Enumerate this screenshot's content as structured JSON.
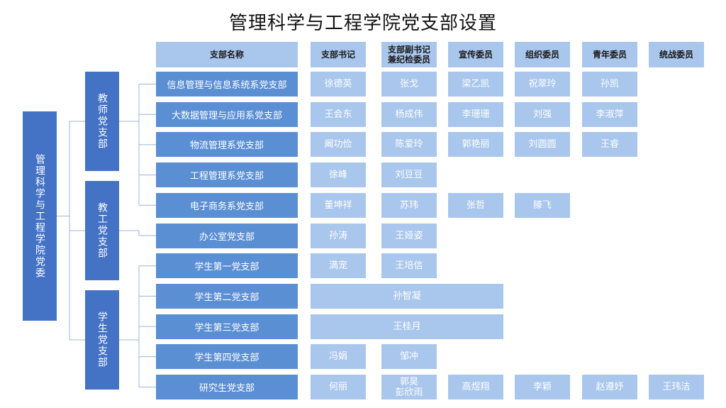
{
  "title": "管理科学与工程学院党支部设置",
  "root": "管理科学与工程学院党委",
  "groups": [
    {
      "label": "教师党支部",
      "branches": [
        0,
        1,
        2,
        3,
        4
      ]
    },
    {
      "label": "教工党支部",
      "branches": [
        5
      ]
    },
    {
      "label": "学生党支部",
      "branches": [
        6,
        7,
        8,
        9,
        10
      ]
    }
  ],
  "headers": [
    "支部名称",
    "支部书记",
    "支部副书记\n兼纪检委员",
    "宣传委员",
    "组织委员",
    "青年委员",
    "统战委员"
  ],
  "branches": [
    {
      "name": "信息管理与信息系统系党支部",
      "cells": [
        "徐德英",
        "张戈",
        "梁乙凯",
        "祝翠玲",
        "孙凯",
        ""
      ]
    },
    {
      "name": "大数据管理与应用系党支部",
      "cells": [
        "王会东",
        "杨成伟",
        "李珊珊",
        "刘强",
        "李淑萍",
        ""
      ]
    },
    {
      "name": "物流管理系党支部",
      "cells": [
        "阚功俭",
        "陈爱玲",
        "郭艳丽",
        "刘圆圆",
        "王睿",
        ""
      ]
    },
    {
      "name": "工程管理系党支部",
      "cells": [
        "徐峰",
        "刘豆豆",
        "",
        "",
        "",
        ""
      ]
    },
    {
      "name": "电子商务系党支部",
      "cells": [
        "董坤祥",
        "苏玮",
        "张哲",
        "滕飞",
        "",
        ""
      ]
    },
    {
      "name": "办公室党支部",
      "cells": [
        "孙涛",
        "王娅姿",
        "",
        "",
        "",
        ""
      ]
    },
    {
      "name": "学生第一党支部",
      "cells": [
        "満宠",
        "王培信",
        "",
        "",
        "",
        ""
      ]
    },
    {
      "name": "学生第二党支部",
      "merged": "孙智凝"
    },
    {
      "name": "学生第三党支部",
      "merged": "王桂月"
    },
    {
      "name": "学生第四党支部",
      "cells": [
        "冯娟",
        "邹冲",
        "",
        "",
        "",
        ""
      ]
    },
    {
      "name": "研究生党支部",
      "cells": [
        "何丽",
        "郭昊\n彭欣雨",
        "高煜翔",
        "李颖",
        "赵遵妤",
        "王玮洁"
      ]
    }
  ]
}
